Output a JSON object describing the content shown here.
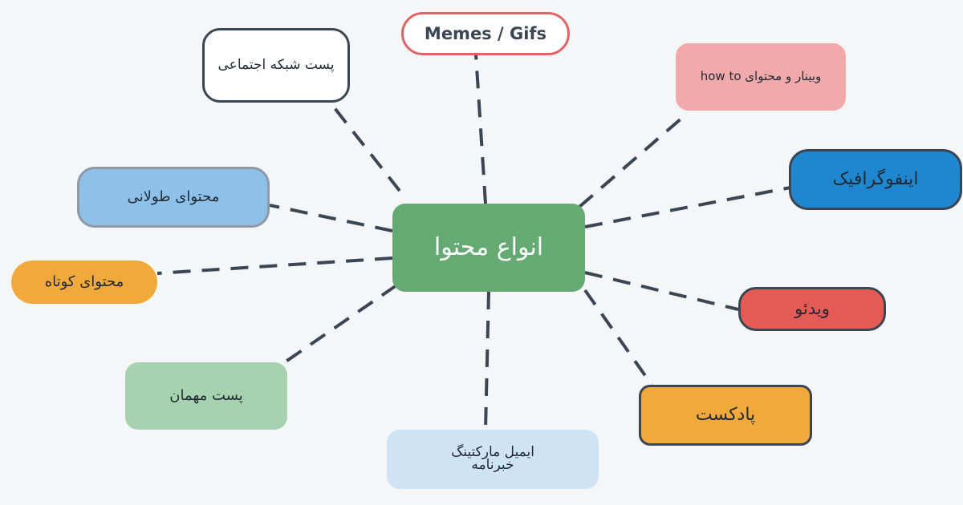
{
  "diagram": {
    "center": {
      "label": "انواع محتوا"
    },
    "nodes": [
      {
        "id": "social",
        "label": "پست شبکه اجتماعی",
        "color": "#ffffff"
      },
      {
        "id": "memes",
        "label": "Memes / Gifs",
        "color": "#ffffff",
        "border": "#e06464"
      },
      {
        "id": "webinar",
        "label": "وبینار و محتوای how to",
        "color": "#f2a9a9"
      },
      {
        "id": "infographic",
        "label": "اینفوگرافیک",
        "color": "#1f87cf"
      },
      {
        "id": "long",
        "label": "محتوای طولانی",
        "color": "#8ec1ea"
      },
      {
        "id": "short",
        "label": "محتوای کوتاه",
        "color": "#f0a93a"
      },
      {
        "id": "video",
        "label": "ویدئو",
        "color": "#e65a55"
      },
      {
        "id": "guest",
        "label": "پست مهمان",
        "color": "#a8d2af"
      },
      {
        "id": "podcast",
        "label": "پادکست",
        "color": "#f0a93a"
      },
      {
        "id": "email",
        "label_line1": "ایمیل مارکتینگ",
        "label_line2": "خبرنامه",
        "color": "#cfe3f4"
      }
    ],
    "edges": [
      {
        "from": "center",
        "to": "social"
      },
      {
        "from": "center",
        "to": "memes"
      },
      {
        "from": "center",
        "to": "webinar"
      },
      {
        "from": "center",
        "to": "infographic"
      },
      {
        "from": "center",
        "to": "long"
      },
      {
        "from": "center",
        "to": "short"
      },
      {
        "from": "center",
        "to": "video"
      },
      {
        "from": "center",
        "to": "guest"
      },
      {
        "from": "center",
        "to": "podcast"
      },
      {
        "from": "center",
        "to": "email"
      }
    ]
  },
  "colors": {
    "background": "#f4f6f8",
    "connector": "#3b4655",
    "center": "#64aa72"
  }
}
